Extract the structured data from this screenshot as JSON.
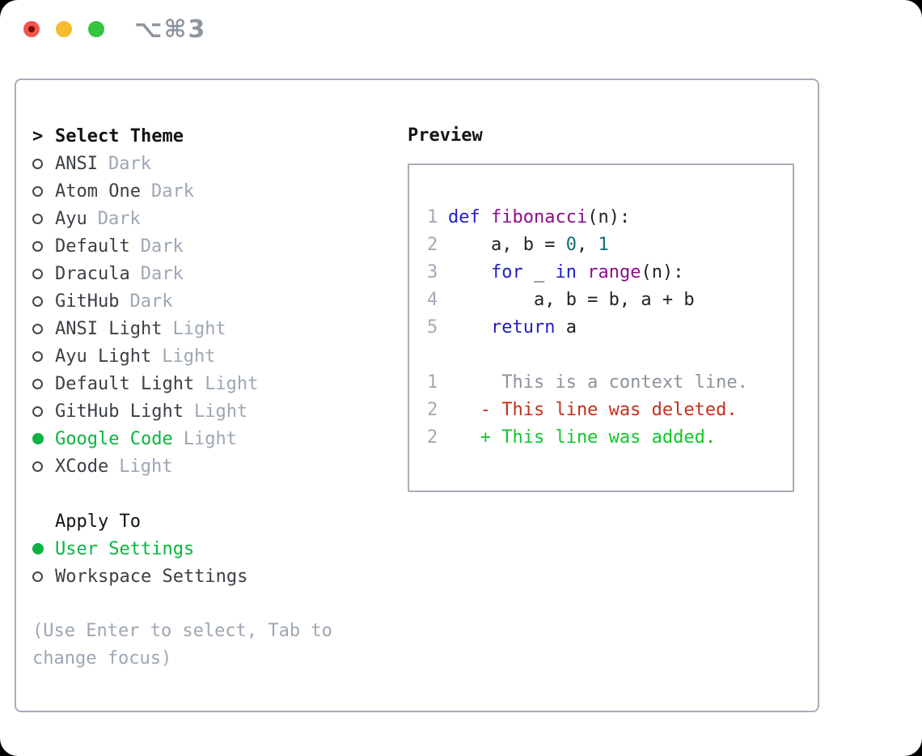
{
  "colors": {
    "green": "#0db242",
    "keyword": "#2020c0",
    "func": "#8a0f8a",
    "literal": "#0e6f6f",
    "plain": "#202327",
    "lineno": "#a0aab6",
    "context": "#8d939c",
    "deleted": "#c92d1a",
    "added": "#0ec829",
    "muted": "#9da7b3",
    "label": "#3b4046",
    "heading": "#111418",
    "border": "#a6aeb8",
    "titlegray": "#8e959e",
    "tlred": "#f1554d",
    "tlreddot": "#6f0d05",
    "tlyellow": "#f5bb31",
    "tlgreen": "#35c53f"
  },
  "titlebar": {
    "shortcut_label": "⌥⌘3"
  },
  "theme_panel": {
    "cursor": ">",
    "header": "Select Theme",
    "items": [
      {
        "name": "ANSI",
        "variant": "Dark",
        "selected": false
      },
      {
        "name": "Atom One",
        "variant": "Dark",
        "selected": false
      },
      {
        "name": "Ayu",
        "variant": "Dark",
        "selected": false
      },
      {
        "name": "Default",
        "variant": "Dark",
        "selected": false
      },
      {
        "name": "Dracula",
        "variant": "Dark",
        "selected": false
      },
      {
        "name": "GitHub",
        "variant": "Dark",
        "selected": false
      },
      {
        "name": "ANSI Light",
        "variant": "Light",
        "selected": false
      },
      {
        "name": "Ayu Light",
        "variant": "Light",
        "selected": false
      },
      {
        "name": "Default Light",
        "variant": "Light",
        "selected": false
      },
      {
        "name": "GitHub Light",
        "variant": "Light",
        "selected": false
      },
      {
        "name": "Google Code",
        "variant": "Light",
        "selected": true
      },
      {
        "name": "XCode",
        "variant": "Light",
        "selected": false
      }
    ]
  },
  "apply_panel": {
    "header": "Apply To",
    "options": [
      {
        "label": "User Settings",
        "selected": true
      },
      {
        "label": "Workspace Settings",
        "selected": false
      }
    ]
  },
  "hint": "(Use Enter to select, Tab to change focus)",
  "preview": {
    "header": "Preview",
    "code_lines": [
      {
        "num": "1",
        "tokens": [
          {
            "t": "kw",
            "s": "def"
          },
          {
            "t": "pl",
            "s": " "
          },
          {
            "t": "fn",
            "s": "fibonacci"
          },
          {
            "t": "pl",
            "s": "(n):"
          }
        ]
      },
      {
        "num": "2",
        "tokens": [
          {
            "t": "pl",
            "s": "    a, b = "
          },
          {
            "t": "lit",
            "s": "0"
          },
          {
            "t": "pl",
            "s": ", "
          },
          {
            "t": "lit",
            "s": "1"
          }
        ]
      },
      {
        "num": "3",
        "tokens": [
          {
            "t": "pl",
            "s": "    "
          },
          {
            "t": "kw",
            "s": "for"
          },
          {
            "t": "pl",
            "s": " _ "
          },
          {
            "t": "kw",
            "s": "in"
          },
          {
            "t": "pl",
            "s": " "
          },
          {
            "t": "fn",
            "s": "range"
          },
          {
            "t": "pl",
            "s": "(n):"
          }
        ]
      },
      {
        "num": "4",
        "tokens": [
          {
            "t": "pl",
            "s": "        a, b = b, a + b"
          }
        ]
      },
      {
        "num": "5",
        "tokens": [
          {
            "t": "pl",
            "s": "    "
          },
          {
            "t": "kw",
            "s": "return"
          },
          {
            "t": "pl",
            "s": " a"
          }
        ]
      }
    ],
    "diff_lines": [
      {
        "num": "1",
        "type": "context",
        "text": "     This is a context line."
      },
      {
        "num": "2",
        "type": "deleted",
        "text": "   - This line was deleted."
      },
      {
        "num": "2",
        "type": "added",
        "text": "   + This line was added."
      }
    ]
  }
}
